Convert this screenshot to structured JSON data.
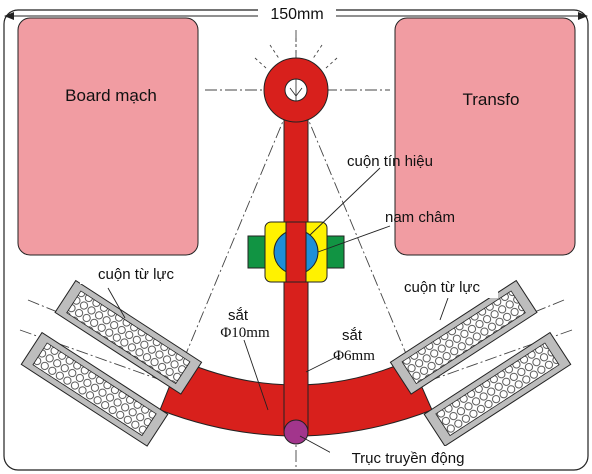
{
  "diagram": {
    "dimension_label": "150mm",
    "labels": {
      "board": "Board mạch",
      "transfo": "Transfo",
      "signal_coil": "cuộn tín hiệu",
      "magnet": "nam châm",
      "force_coil_left": "cuộn từ lực",
      "force_coil_right": "cuộn từ lực",
      "iron_10_line1": "sắt",
      "iron_10_line2": "Φ10mm",
      "iron_6_line1": "sắt",
      "iron_6_line2": "Φ6mm",
      "drive_shaft": "Trục truyền động"
    },
    "colors": {
      "pink_block": "#F19CA2",
      "red_part": "#D8201C",
      "magnet_yellow": "#FFF200",
      "magnet_green": "#119443",
      "magnet_blue": "#1E8FD8",
      "shaft_purple": "#A2358C",
      "coil_gray": "#BDBDBD",
      "outline": "#222222"
    }
  }
}
